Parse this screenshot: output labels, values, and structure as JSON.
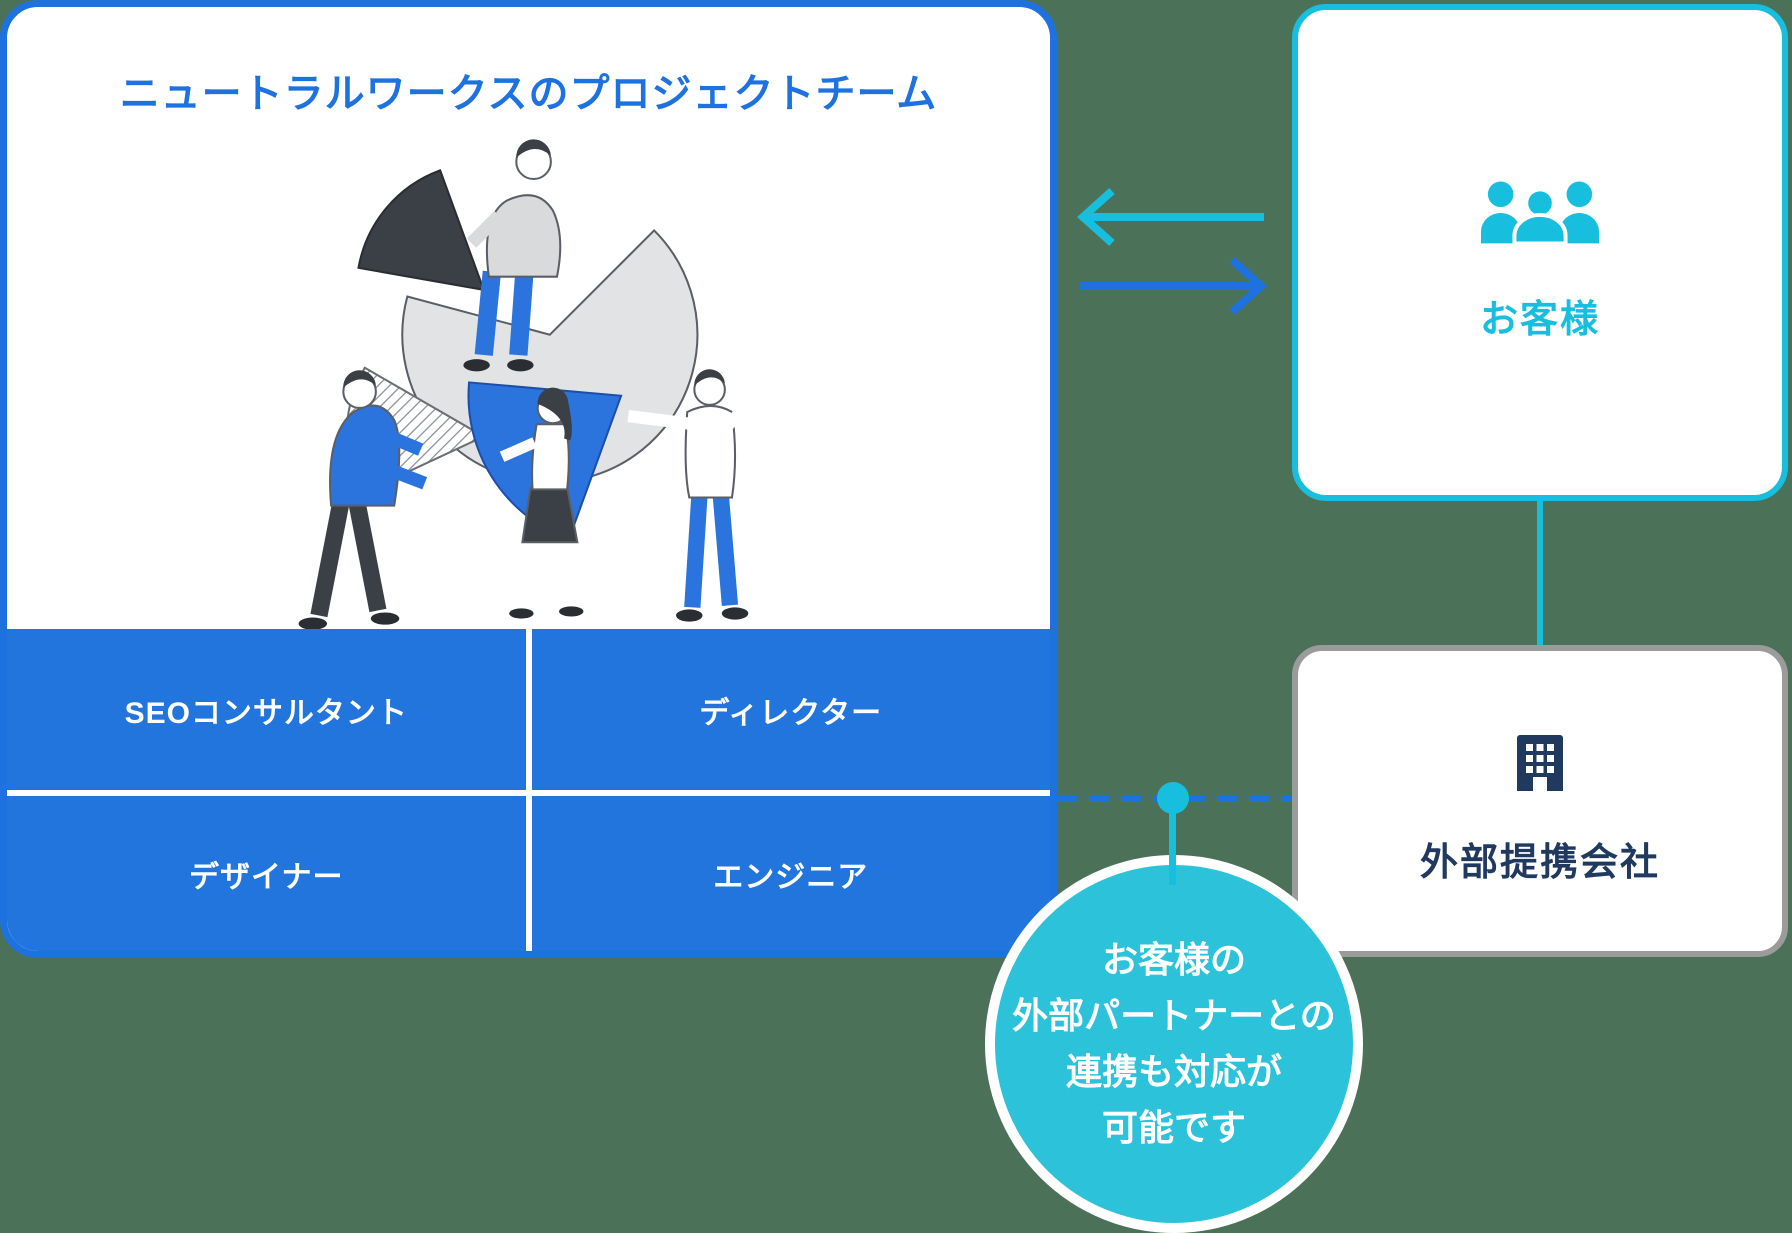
{
  "team_card": {
    "title": "ニュートラルワークスのプロジェクトチーム",
    "roles": [
      "SEOコンサルタント",
      "ディレクター",
      "デザイナー",
      "エンジニア"
    ]
  },
  "customer_card": {
    "label": "お客様"
  },
  "partner_card": {
    "label": "外部提携会社"
  },
  "note_circle": {
    "lines": [
      "お客様の",
      "外部パートナーとの",
      "連携も対応が",
      "可能です"
    ]
  },
  "icons": {
    "customer": "people-group-icon",
    "partner": "office-building-icon",
    "arrow_to_team": "arrow-left-icon",
    "arrow_to_customer": "arrow-right-icon"
  },
  "colors": {
    "background_green": "#4b7158",
    "primary_blue": "#1e72e0",
    "grid_blue": "#2275dc",
    "cyan": "#17bede",
    "circle_cyan": "#2cc3da",
    "navy": "#203a5f",
    "gray_border": "#9b9b9b",
    "white": "#ffffff",
    "illustration_gray": "#e2e3e5",
    "illustration_dark": "#3b4046"
  }
}
